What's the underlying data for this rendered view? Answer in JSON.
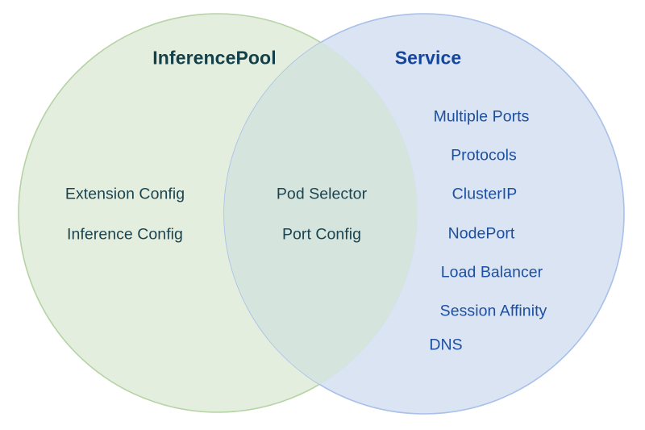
{
  "diagram": {
    "type": "venn-2-set",
    "background_color": "#ffffff",
    "left_set": {
      "title": "InferencePool",
      "title_color": "#14404a",
      "fill_color": "#e4eede",
      "stroke_color": "#b5d3a4",
      "items": [
        "Extension Config",
        "Inference Config"
      ]
    },
    "right_set": {
      "title": "Service",
      "title_color": "#15469b",
      "fill_color": "#d7e2f2",
      "stroke_color": "#a8c0ea",
      "items": [
        "Multiple Ports",
        "Protocols",
        "ClusterIP",
        "NodePort",
        "Load Balancer",
        "Session Affinity",
        "DNS"
      ]
    },
    "intersection": {
      "fill_color": "#d5e4dc",
      "text_color": "#1b4450",
      "items": [
        "Pod Selector",
        "Port Config"
      ]
    }
  }
}
